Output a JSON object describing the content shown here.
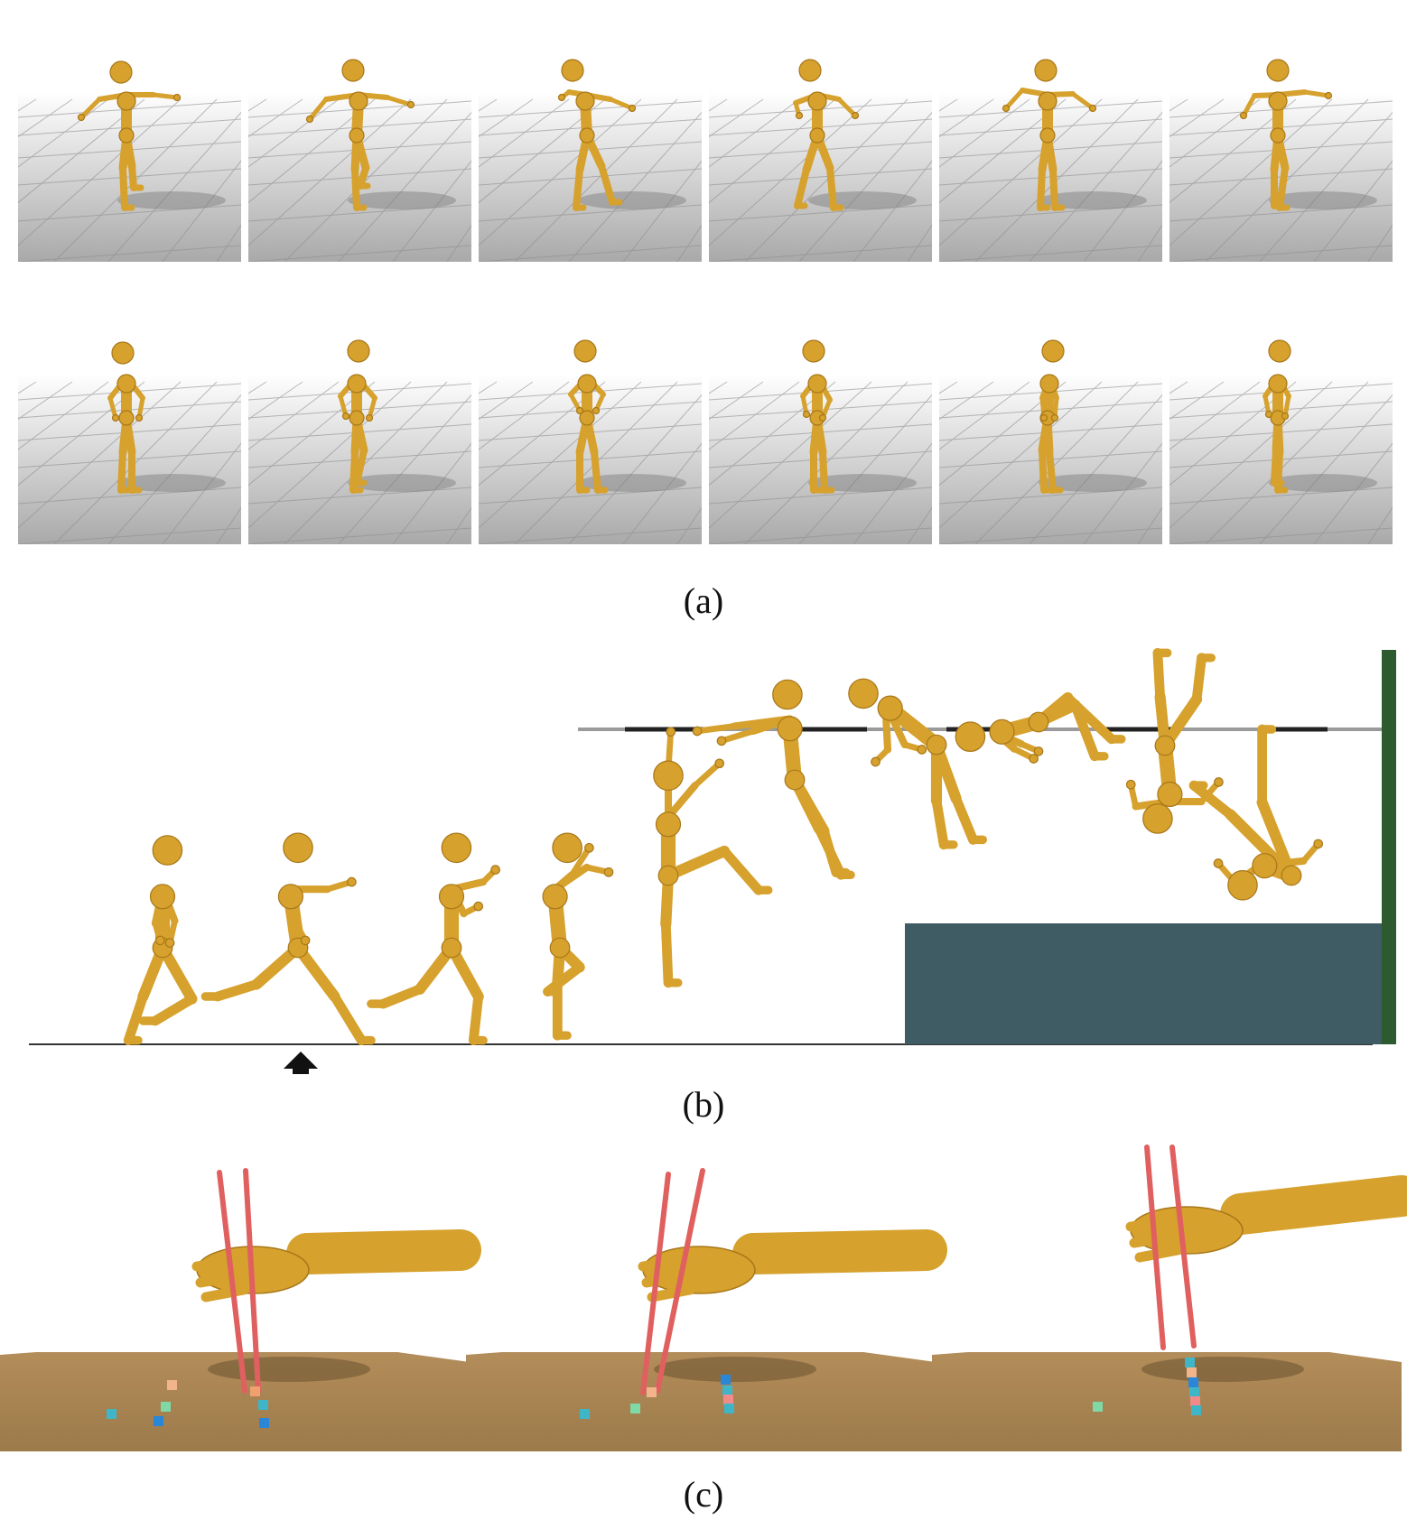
{
  "captions": {
    "a": "(a)",
    "b": "(b)",
    "c": "(c)"
  },
  "colors": {
    "character": "#d6a12c",
    "character_dark": "#a8771a",
    "floor_top": "#ffffff",
    "floor_bottom": "#a9a9a9",
    "platform": "#3f5b63",
    "wall": "#2d5a2e",
    "table": "#a88554",
    "chopsticks": "#e06060",
    "bar": "#888888"
  },
  "icons": {
    "arrow": "up-arrow-icon"
  }
}
